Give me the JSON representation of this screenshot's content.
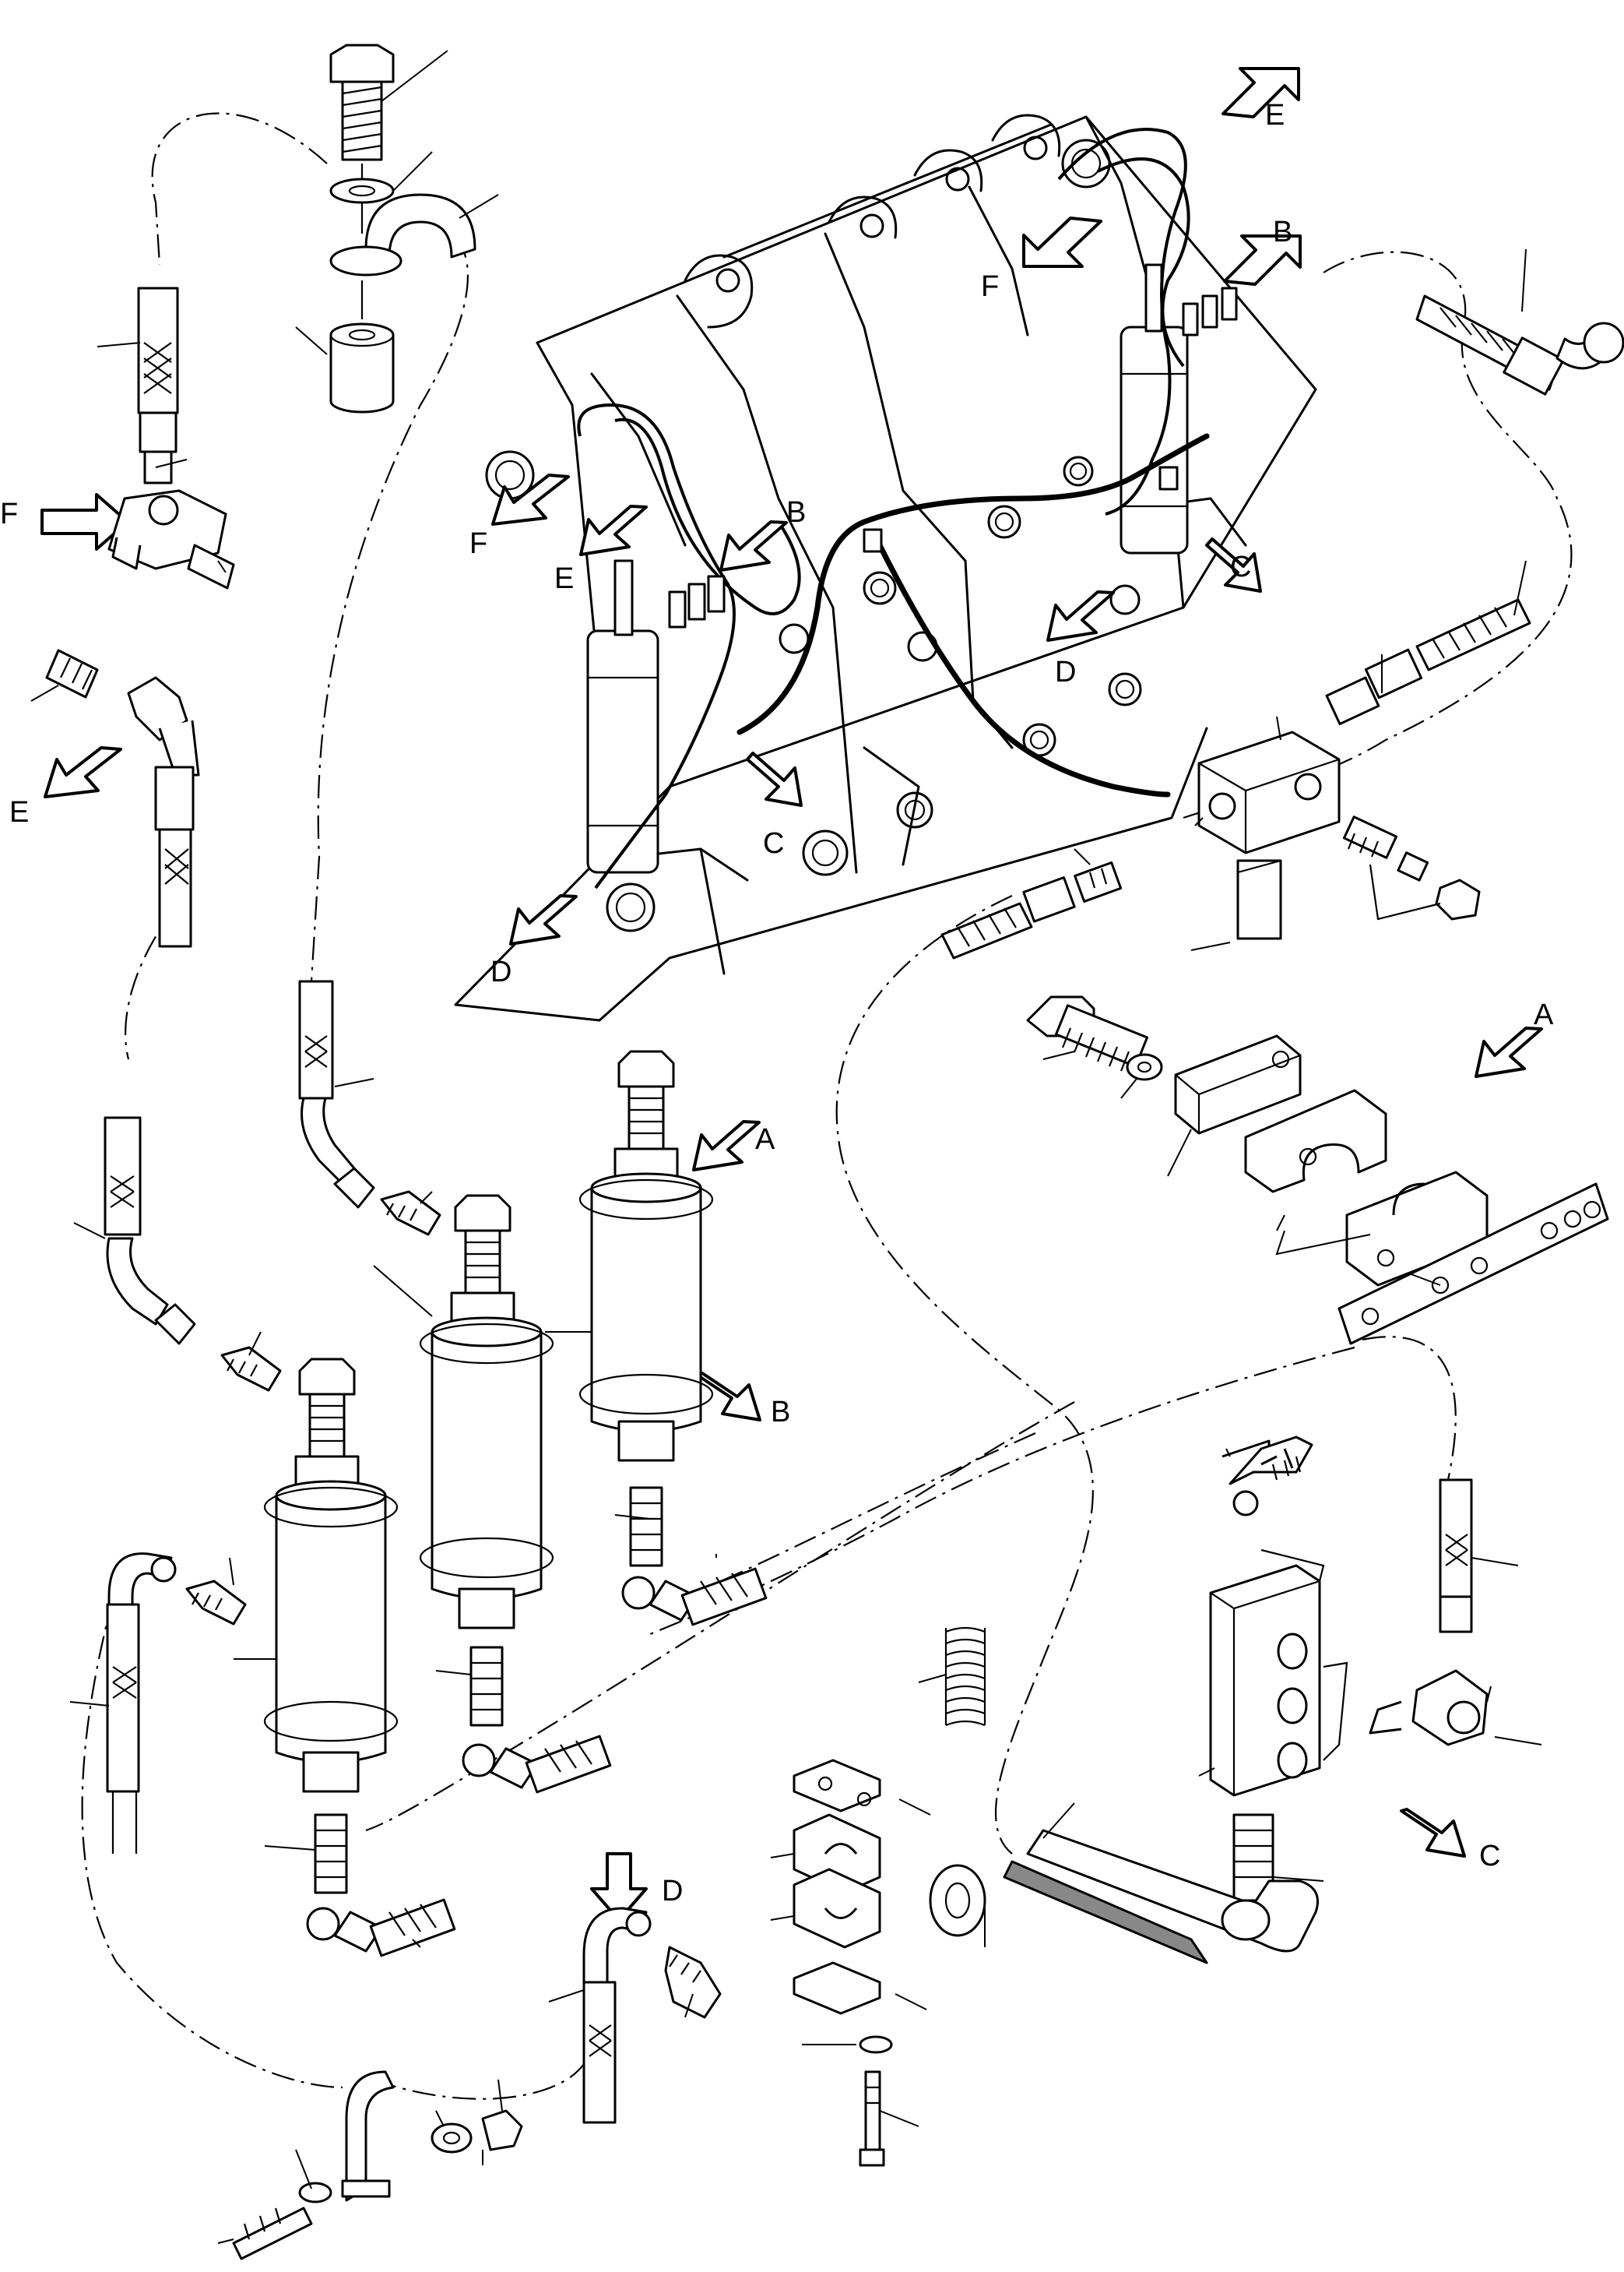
{
  "diagram": {
    "type": "exploded-parts-diagram",
    "callouts": [
      "A",
      "B",
      "C",
      "D",
      "E",
      "F"
    ],
    "callout_labels": [
      {
        "id": "E",
        "text": "E"
      },
      {
        "id": "B",
        "text": "B"
      },
      {
        "id": "F",
        "text": "F"
      },
      {
        "id": "F",
        "text": "F"
      },
      {
        "id": "B",
        "text": "B"
      },
      {
        "id": "E",
        "text": "E"
      },
      {
        "id": "F",
        "text": "F"
      },
      {
        "id": "C",
        "text": "C"
      },
      {
        "id": "D",
        "text": "D"
      },
      {
        "id": "E",
        "text": "E"
      },
      {
        "id": "C",
        "text": "C"
      },
      {
        "id": "D",
        "text": "D"
      },
      {
        "id": "A",
        "text": "A"
      },
      {
        "id": "A",
        "text": "A"
      },
      {
        "id": "B",
        "text": "B"
      },
      {
        "id": "C",
        "text": "C"
      },
      {
        "id": "D",
        "text": "D"
      }
    ],
    "components": [
      "bucket-assembly",
      "hydraulic-cylinder",
      "hose",
      "swivel-fitting",
      "distribution-block",
      "clamp",
      "bolt",
      "washer",
      "spring",
      "grommet"
    ],
    "line_color": "#000000",
    "background": "#ffffff"
  }
}
